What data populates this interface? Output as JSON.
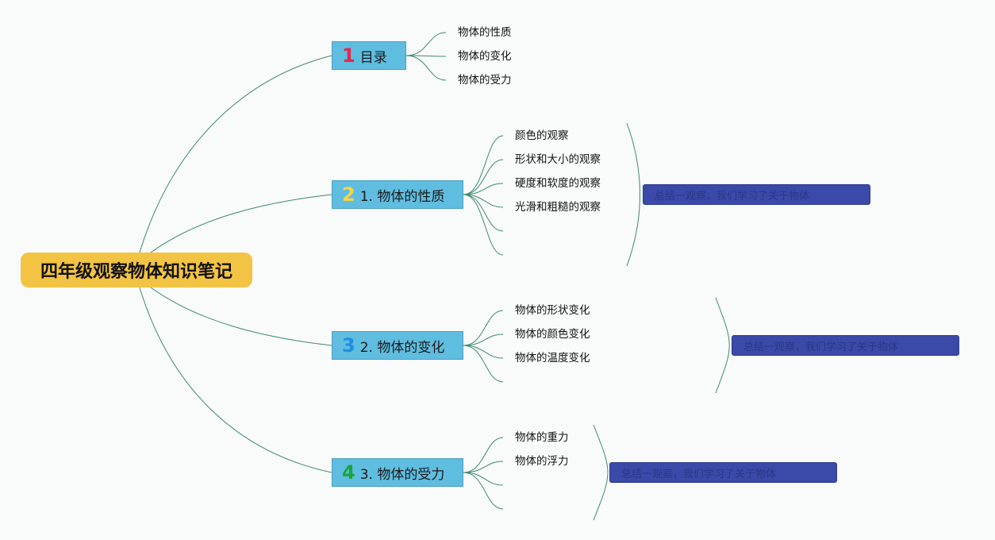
{
  "root": {
    "label": "四年级观察物体知识笔记"
  },
  "topics": [
    {
      "num": "1",
      "num_color": "#e5264a",
      "label": "目录",
      "leaves": [
        "物体的性质",
        "物体的变化",
        "物体的受力"
      ]
    },
    {
      "num": "2",
      "num_color": "#f5d547",
      "label": "1. 物体的性质",
      "leaves": [
        "颜色的观察",
        "形状和大小的观察",
        "硬度和软度的观察",
        "光滑和粗糙的观察",
        "",
        ""
      ],
      "summary": "总结一观察，我们学习了关于物体"
    },
    {
      "num": "3",
      "num_color": "#1e8fe0",
      "label": "2. 物体的变化",
      "leaves": [
        "物体的形状变化",
        "物体的颜色变化",
        "物体的温度变化",
        ""
      ],
      "summary": "总结一观察，我们学习了关于物体"
    },
    {
      "num": "4",
      "num_color": "#1aa33a",
      "label": "3. 物体的受力",
      "leaves": [
        "物体的重力",
        "物体的浮力",
        "",
        ""
      ],
      "summary": "总结一观察，我们学习了关于物体"
    }
  ],
  "colors": {
    "connector": "#3d8a6e",
    "summary_fill": "#3b4aa8"
  }
}
